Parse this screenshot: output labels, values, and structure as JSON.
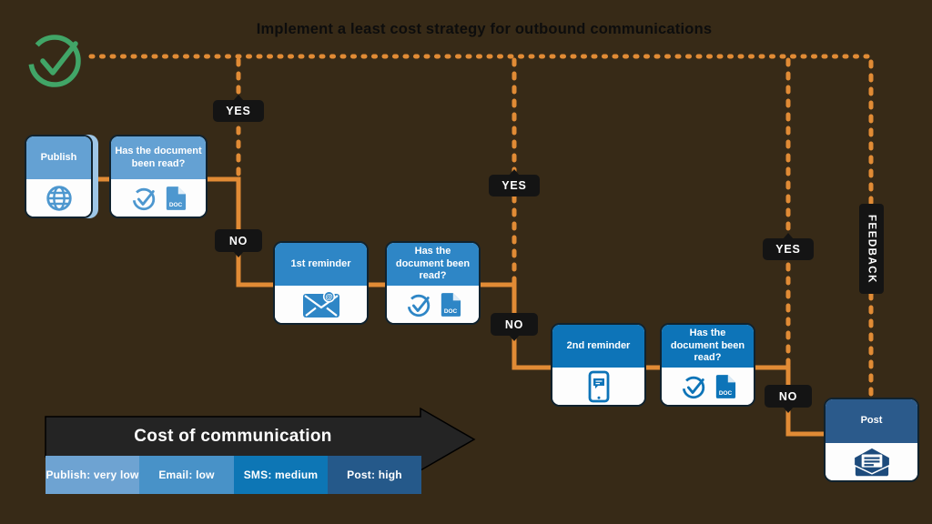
{
  "title": "Implement a least cost strategy for outbound communications",
  "flow": {
    "yes_label": "YES",
    "no_label": "NO",
    "feedback_label": "FEEDBACK",
    "doc_badge": "DOC",
    "steps": [
      {
        "id": "publish",
        "label": "Publish",
        "icon": "globe-icon"
      },
      {
        "id": "check-read-1",
        "label": "Has the document been read?",
        "icon": "check-doc-icon"
      },
      {
        "id": "reminder-1",
        "label": "1st reminder",
        "icon": "email-at-icon"
      },
      {
        "id": "check-read-2",
        "label": "Has the document been read?",
        "icon": "check-doc-icon"
      },
      {
        "id": "reminder-2",
        "label": "2nd reminder",
        "icon": "sms-phone-icon"
      },
      {
        "id": "check-read-3",
        "label": "Has the document been read?",
        "icon": "check-doc-icon"
      },
      {
        "id": "post",
        "label": "Post",
        "icon": "open-mail-icon"
      }
    ]
  },
  "legend": {
    "title": "Cost of communication",
    "items": [
      {
        "label": "Publish: very low",
        "color": "#6ea3d2"
      },
      {
        "label": "Email: low",
        "color": "#4892c8"
      },
      {
        "label": "SMS: medium",
        "color": "#0d76b5"
      },
      {
        "label": "Post: high",
        "color": "#25598a"
      }
    ]
  },
  "colors": {
    "background": "#372a17",
    "line_orange": "#e18b35",
    "tag_black": "#141414",
    "check_green": "#41a567",
    "arrow_black": "#242424",
    "header_light": "#64a1d3",
    "header_medium": "#2e86c6",
    "header_strong": "#0d74b8",
    "header_dark": "#2b5a8b"
  }
}
